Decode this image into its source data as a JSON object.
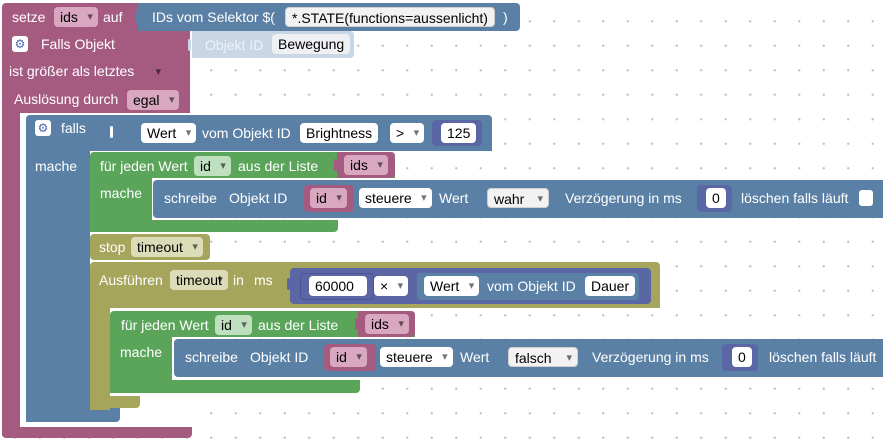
{
  "set_block": {
    "label": "setze",
    "variable": "ids",
    "auf": "auf",
    "selector_label": "IDs vom Selektor $(",
    "selector_value": "*.STATE(functions=aussenlicht)",
    "selector_close": ")"
  },
  "trigger": {
    "title": "Falls Objekt",
    "object_id_label": "Objekt ID",
    "object_id": "Bewegung",
    "condition": "ist größer als letztes",
    "trigger_label": "Auslösung durch",
    "trigger_value": "egal"
  },
  "if_block": {
    "falls_label": "falls",
    "mache_label": "mache",
    "compare": {
      "left_value_dropdown": "Wert",
      "from_object_label": "vom Objekt ID",
      "object_id": "Brightness",
      "operator": ">",
      "number": "125"
    }
  },
  "loop1": {
    "for_label": "für jeden Wert",
    "var": "id",
    "list_label": "aus der Liste",
    "list_var": "ids",
    "mache_label": "mache",
    "write": {
      "label": "schreibe",
      "object_id_label": "Objekt ID",
      "id_var": "id",
      "mode": "steuere",
      "wert_label": "Wert",
      "value": "wahr",
      "delay_label": "Verzögerung in ms",
      "delay": "0",
      "clear_label": "löschen falls läuft"
    }
  },
  "stop": {
    "label": "stop",
    "timeout": "timeout"
  },
  "execute": {
    "label": "Ausführen",
    "timeout": "timeout",
    "in_label": "in",
    "unit": "ms",
    "number": "60000",
    "operator": "×",
    "value_dropdown": "Wert",
    "from_object_label": "vom Objekt ID",
    "object_id": "Dauer"
  },
  "loop2": {
    "for_label": "für jeden Wert",
    "var": "id",
    "list_label": "aus der Liste",
    "list_var": "ids",
    "mache_label": "mache",
    "write": {
      "label": "schreibe",
      "object_id_label": "Objekt ID",
      "id_var": "id",
      "mode": "steuere",
      "wert_label": "Wert",
      "value": "falsch",
      "delay_label": "Verzögerung in ms",
      "delay": "0",
      "clear_label": "löschen falls läuft"
    }
  },
  "colors": {
    "variable_block": "#a55b80",
    "io_block": "#5b80a5",
    "logic_block": "#5b67a5",
    "loop_block": "#5ba55b",
    "timeout_block": "#a5a55b",
    "math_block": "#5b67a5"
  }
}
